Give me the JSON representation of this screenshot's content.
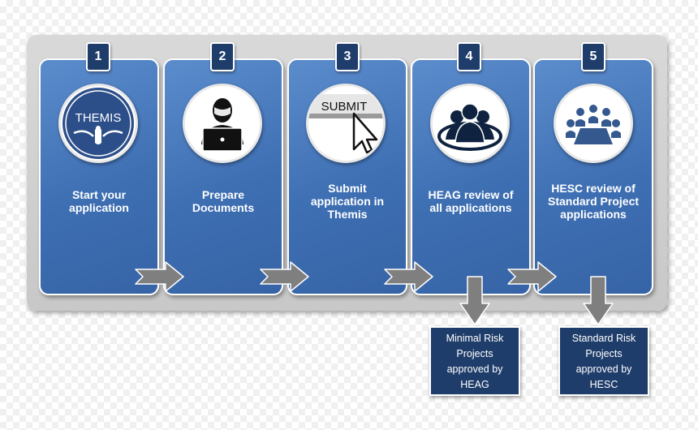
{
  "steps": [
    {
      "number": "1",
      "icon": "themis-logo-icon",
      "logo_text": "THEMIS",
      "label_lines": [
        "Start your",
        "application"
      ]
    },
    {
      "number": "2",
      "icon": "person-laptop-icon",
      "label_lines": [
        "Prepare",
        "Documents"
      ]
    },
    {
      "number": "3",
      "icon": "submit-cursor-icon",
      "button_text": "SUBMIT",
      "label_lines": [
        "Submit",
        "application in",
        "Themis"
      ]
    },
    {
      "number": "4",
      "icon": "group-review-icon",
      "label_lines": [
        "HEAG review of",
        "all applications"
      ]
    },
    {
      "number": "5",
      "icon": "meeting-table-icon",
      "label_lines": [
        "HESC review of",
        "Standard Project",
        "applications"
      ]
    }
  ],
  "outcomes": [
    {
      "from_step": "4",
      "lines": [
        "Minimal Risk",
        "Projects",
        "approved by",
        "HEAG"
      ]
    },
    {
      "from_step": "5",
      "lines": [
        "Standard Risk",
        "Projects",
        "approved by",
        "HESC"
      ]
    }
  ],
  "colors": {
    "card": "#4a7cc0",
    "badge": "#1f3d6b",
    "panel": "#d0d0d0",
    "arrow": "#7f7f7f"
  }
}
